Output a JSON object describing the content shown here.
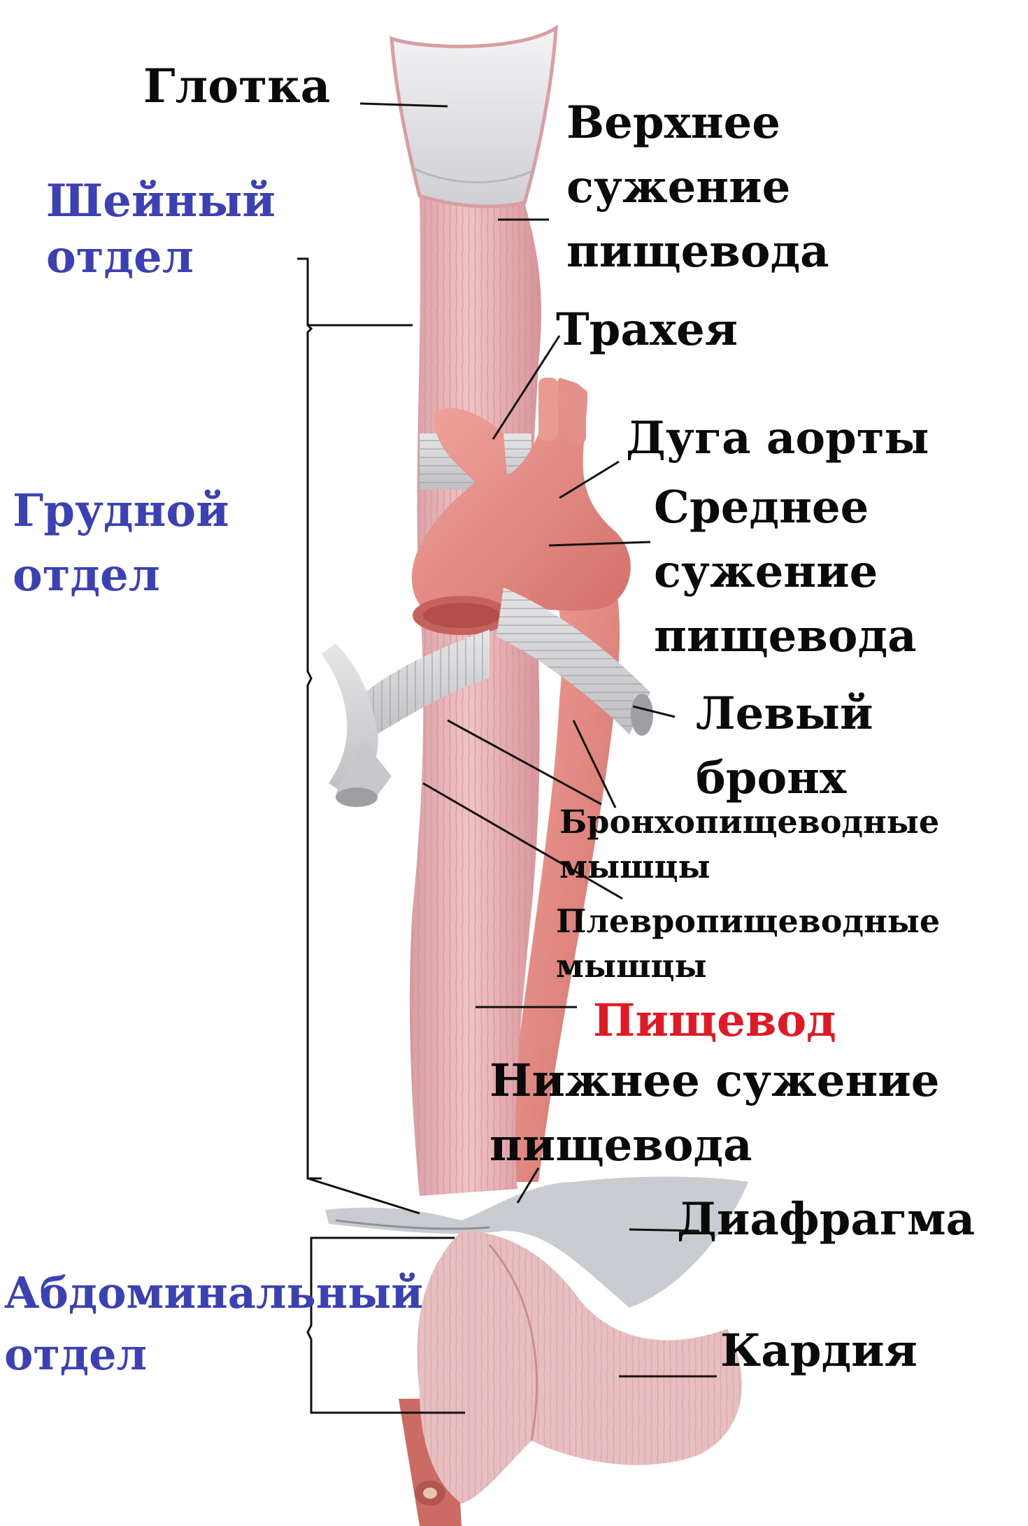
{
  "colors": {
    "section_label": "#3b40b3",
    "highlight_label": "#e01a24",
    "label_text": "#0a0a0a",
    "esophagus": "#e6b2b5",
    "aorta": "#e2847e",
    "trachea_bronchi": "#d4d4d6",
    "diaphragm": "#c9ccd0"
  },
  "sections": {
    "cervical": [
      "Шейный",
      "отдел"
    ],
    "thoracic": [
      "Грудной",
      "отдел"
    ],
    "abdominal": [
      "Абдоминальный",
      "отдел"
    ]
  },
  "labels": {
    "pharynx": "Глотка",
    "upper_narrowing": [
      "Верхнее",
      "сужение",
      "пищевода"
    ],
    "trachea": "Трахея",
    "aortic_arch": "Дуга аорты",
    "middle_narrowing": [
      "Среднее",
      "сужение",
      "пищевода"
    ],
    "left_bronchus": [
      "Левый",
      "бронх"
    ],
    "bronchoesophageal_muscles": [
      "Бронхопищеводные",
      "мышцы"
    ],
    "pleuroesophageal_muscles": [
      "Плевропищеводные",
      "мышцы"
    ],
    "esophagus": "Пищевод",
    "lower_narrowing": [
      "Нижнее сужение",
      "пищевода"
    ],
    "diaphragm": "Диафрагма",
    "cardia": "Кардия"
  }
}
